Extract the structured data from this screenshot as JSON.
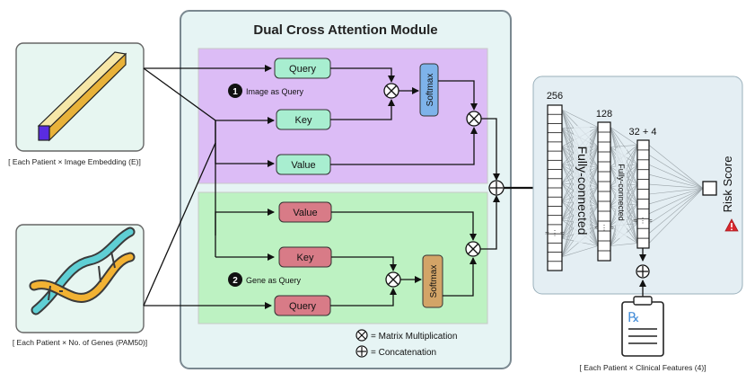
{
  "module_title": "Dual Cross Attention Module",
  "top_branch": {
    "number": "1",
    "label": "Image as Query",
    "query": "Query",
    "key": "Key",
    "value": "Value",
    "softmax": "Softmax"
  },
  "bottom_branch": {
    "number": "2",
    "label": "Gene as Query",
    "value": "Value",
    "key": "Key",
    "query": "Query",
    "softmax": "Softmax"
  },
  "inputs": {
    "image_caption": "[ Each Patient × Image Embedding (E)]",
    "gene_caption": "[ Each Patient × No. of Genes (PAM50)]"
  },
  "network": {
    "layer1_size": "256",
    "layer2_size": "128",
    "layer3_size": "32 + 4",
    "fc_label_1": "Fully-connected",
    "fc_label_2": "Fully-connected",
    "ellipsis": "≈ ⋮ ≈",
    "output_label": "Risk Score",
    "clinical_caption": "[ Each Patient × Clinical Features (4)]",
    "rx_symbol": "℞"
  },
  "legend": {
    "matmul_symbol": "⊗",
    "matmul_text": "= Matrix Multiplication",
    "concat_symbol": "⊕",
    "concat_text": "= Concatenation"
  },
  "colors": {
    "module_bg": "#e6f4f4",
    "top_panel": "#dcbcf6",
    "bottom_panel": "#bdf2c2",
    "query_box": "#a8eed0",
    "gene_box": "#d87b87",
    "softmax_top": "#7eb3ea",
    "softmax_bottom": "#d3a467",
    "right_panel": "#e4eef3",
    "warning": "#d9262c"
  }
}
